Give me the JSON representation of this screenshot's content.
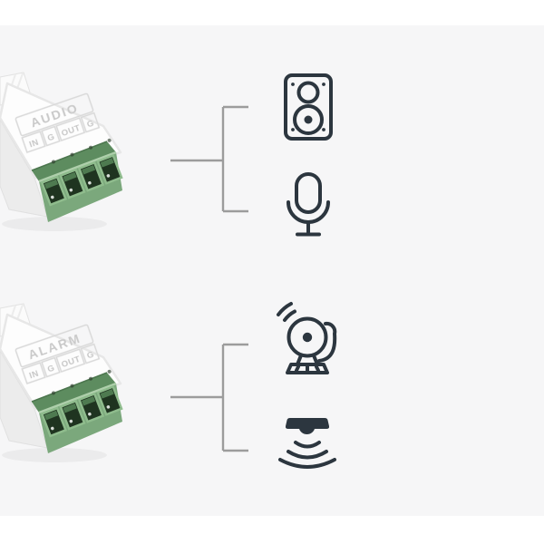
{
  "page": {
    "background": "#ffffff",
    "photo_background": "#f6f6f7"
  },
  "colors": {
    "icon_stroke": "#2c363f",
    "bracket_line": "#9c9c9c",
    "terminal_green_top": "#5d8c5f",
    "terminal_green_front": "#7ba87c",
    "terminal_slot_dark": "#1f3420",
    "terminal_slot_frame": "#8fbc8d",
    "connector_body_white": "#fdfdfd",
    "label_emboss_gray": "#c9c9c9"
  },
  "connectors": [
    {
      "name": "audio-terminal-connector",
      "label": "AUDIO",
      "pins": [
        "IN",
        "G",
        "OUT",
        "G"
      ],
      "linked_icons": [
        "speaker-icon",
        "microphone-icon"
      ]
    },
    {
      "name": "alarm-terminal-connector",
      "label": "ALARM",
      "pins": [
        "IN",
        "G",
        "OUT",
        "G"
      ],
      "linked_icons": [
        "alarm-bell-icon",
        "motion-sensor-icon"
      ]
    }
  ],
  "icons": [
    {
      "name": "speaker-icon"
    },
    {
      "name": "microphone-icon"
    },
    {
      "name": "alarm-bell-icon"
    },
    {
      "name": "motion-sensor-icon"
    }
  ]
}
